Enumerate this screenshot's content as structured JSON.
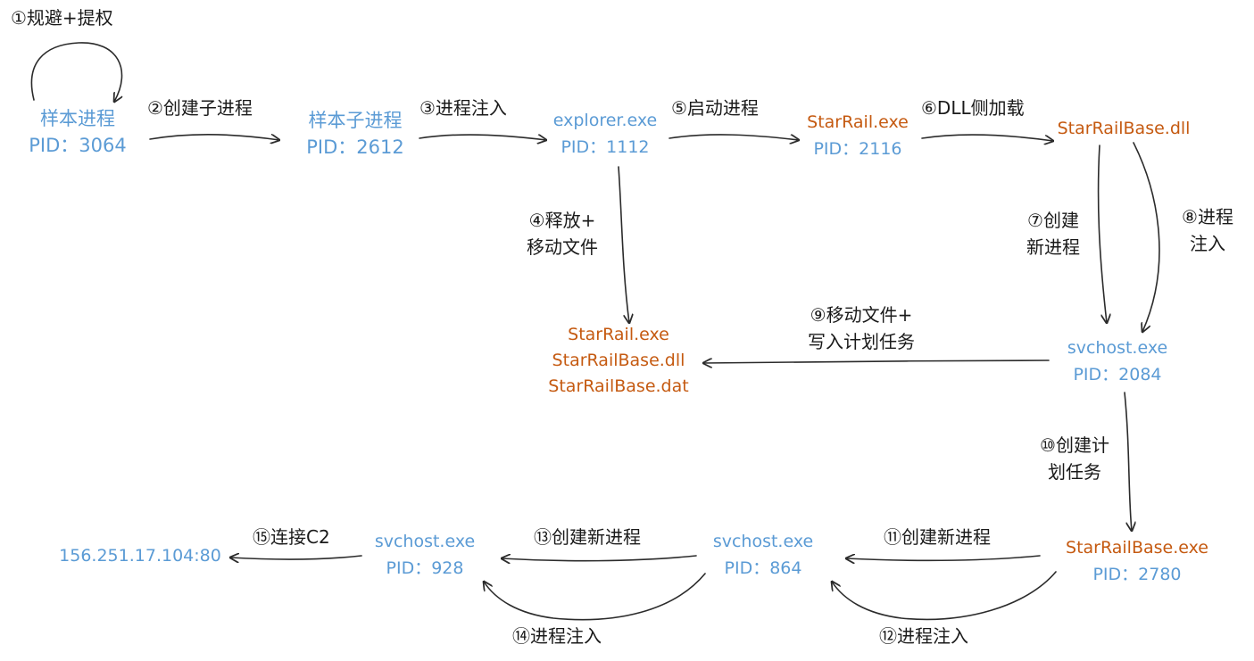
{
  "colors": {
    "process_blue": "#5b9bd5",
    "file_orange": "#c55a11",
    "arrow": "#2b2b2b",
    "label": "#1a1a1a"
  },
  "nodes": {
    "sample": {
      "name": "样本进程",
      "pid": "PID：3064"
    },
    "child": {
      "name": "样本子进程",
      "pid": "PID：2612"
    },
    "explorer": {
      "name": "explorer.exe",
      "pid": "PID：1112"
    },
    "starrail": {
      "name": "StarRail.exe",
      "pid": "PID：2116"
    },
    "dll": {
      "name": "StarRailBase.dll"
    },
    "dropped": {
      "files": [
        "StarRail.exe",
        "StarRailBase.dll",
        "StarRailBase.dat"
      ]
    },
    "svchost2084": {
      "name": "svchost.exe",
      "pid": "PID：2084"
    },
    "base2780": {
      "name": "StarRailBase.exe",
      "pid": "PID：2780"
    },
    "svchost864": {
      "name": "svchost.exe",
      "pid": "PID：864"
    },
    "svchost928": {
      "name": "svchost.exe",
      "pid": "PID：928"
    },
    "c2": {
      "address": "156.251.17.104:80"
    }
  },
  "steps": {
    "s1": "①规避+提权",
    "s2": "②创建子进程",
    "s3": "③进程注入",
    "s4": [
      "④释放+",
      "移动文件"
    ],
    "s5": "⑤启动进程",
    "s6": "⑥DLL侧加载",
    "s7": [
      "⑦创建",
      "新进程"
    ],
    "s8": [
      "⑧进程",
      "注入"
    ],
    "s9": [
      "⑨移动文件+",
      "写入计划任务"
    ],
    "s10": [
      "⑩创建计",
      "划任务"
    ],
    "s11": "⑪创建新进程",
    "s12": "⑫进程注入",
    "s13": "⑬创建新进程",
    "s14": "⑭进程注入",
    "s15": "⑮连接C2"
  }
}
